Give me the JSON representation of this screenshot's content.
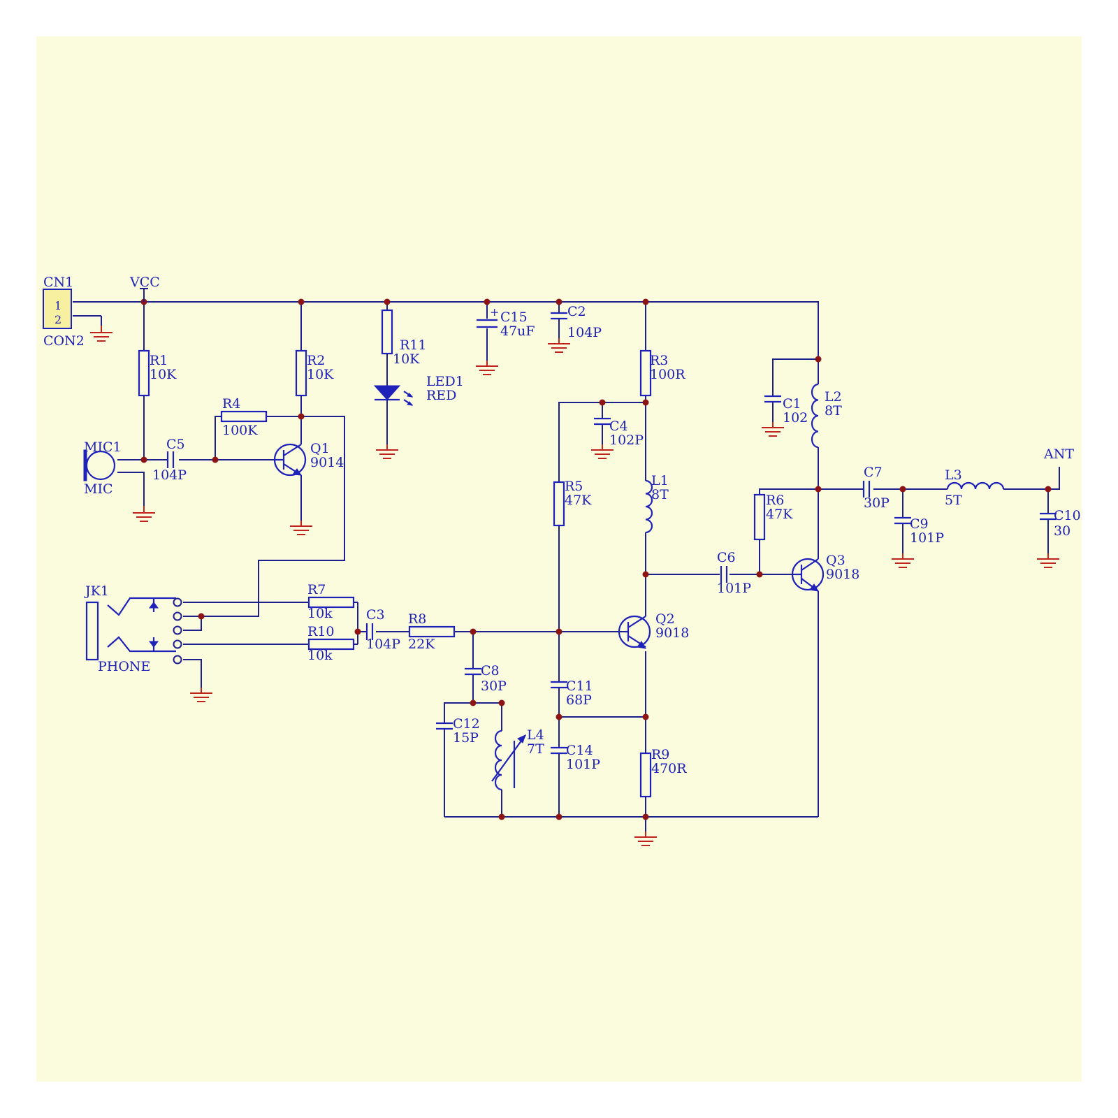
{
  "labels": {
    "cn1": "CN1",
    "con2": "CON2",
    "pin1": "1",
    "pin2": "2",
    "vcc": "VCC",
    "r1": "R1",
    "r1v": "10K",
    "r2": "R2",
    "r2v": "10K",
    "r4": "R4",
    "r4v": "100K",
    "r11": "R11",
    "r11v": "10K",
    "led1": "LED1",
    "led1v": "RED",
    "c15": "C15",
    "c15v": "47uF",
    "c2": "C2",
    "c2v": "104P",
    "r3": "R3",
    "r3v": "100R",
    "c4": "C4",
    "c4v": "102P",
    "c1": "C1",
    "c1v": "102",
    "l2": "L2",
    "l2v": "8T",
    "mic1": "MIC1",
    "mic": "MIC",
    "c5": "C5",
    "c5v": "104P",
    "q1": "Q1",
    "q1v": "9014",
    "r5": "R5",
    "r5v": "47K",
    "l1": "L1",
    "l1v": "8T",
    "r6": "R6",
    "r6v": "47K",
    "c7": "C7",
    "c7v": "30P",
    "l3": "L3",
    "l3v": "5T",
    "ant": "ANT",
    "c9": "C9",
    "c9v": "101P",
    "c10": "C10",
    "c10v": "30",
    "c6": "C6",
    "c6v": "101P",
    "q3": "Q3",
    "q3v": "9018",
    "jk1": "JK1",
    "phone": "PHONE",
    "r7": "R7",
    "r7v": "10k",
    "r10": "R10",
    "r10v": "10k",
    "c3": "C3",
    "c3v": "104P",
    "r8": "R8",
    "r8v": "22K",
    "q2": "Q2",
    "q2v": "9018",
    "c8": "C8",
    "c8v": "30P",
    "c11": "C11",
    "c11v": "68P",
    "c12": "C12",
    "c12v": "15P",
    "l4": "L4",
    "l4v": "7T",
    "c14": "C14",
    "c14v": "101P",
    "r9": "R9",
    "r9v": "470R"
  }
}
